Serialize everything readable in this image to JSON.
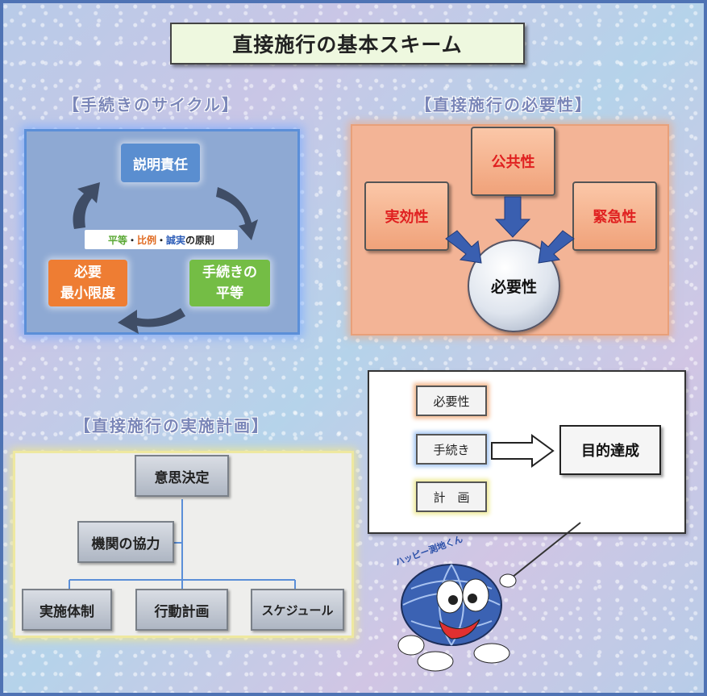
{
  "title": "直接施行の基本スキーム",
  "cycle": {
    "heading": "【手続きのサイクル】",
    "accountability": "説明責任",
    "equal_procedure": [
      "手続きの",
      "平等"
    ],
    "minimum": [
      "必要",
      "最小限度"
    ],
    "principle": {
      "part1": "平等",
      "dot1": "・",
      "part2": "比例",
      "dot2": "・",
      "part3": "誠実",
      "suffix": "の原則"
    }
  },
  "necessity": {
    "heading": "【直接施行の必要性】",
    "public": "公共性",
    "effective": "実効性",
    "urgent": "緊急性",
    "center": "必要性"
  },
  "plan": {
    "heading": "【直接施行の実施計画】",
    "decision": "意思決定",
    "cooperation": "機関の協力",
    "system": "実施体制",
    "action_plan": "行動計画",
    "schedule": "スケジュール"
  },
  "goal": {
    "necessity": "必要性",
    "procedure": "手続き",
    "planning": "計　画",
    "result": "目的達成"
  },
  "mascot": {
    "name": "ハッピー測地くん"
  },
  "colors": {
    "border": "#4f73b4",
    "cycle_panel": "#8ea9d3",
    "need_panel": "#f3b496",
    "accent_red": "#e02020",
    "green": "#74bd45",
    "orange": "#ee7d33"
  }
}
